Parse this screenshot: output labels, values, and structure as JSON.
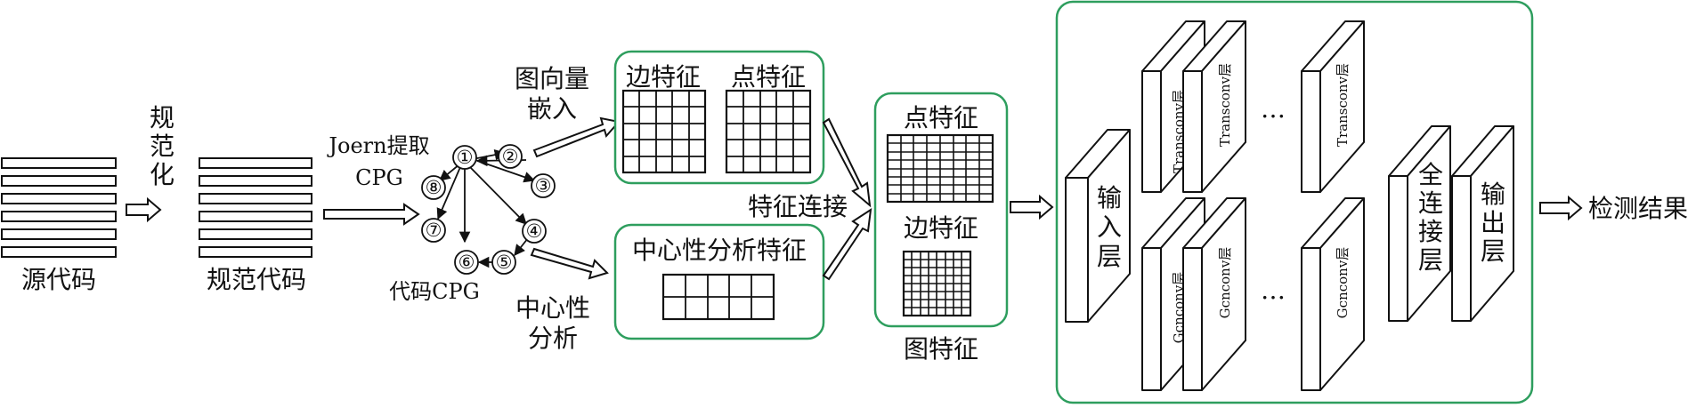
{
  "labels": {
    "source_code": "源代码",
    "normalize_1": "规",
    "normalize_2": "范",
    "normalize_3": "化",
    "normalized_code": "规范代码",
    "joern_1": "Joern提取",
    "joern_2": "CPG",
    "code_cpg": "代码CPG",
    "graph_embed_1": "图向量",
    "graph_embed_2": "嵌入",
    "edge_feature": "边特征",
    "node_feature": "点特征",
    "centrality_1": "中心性",
    "centrality_2": "分析",
    "centrality_feature": "中心性分析特征",
    "feature_concat": "特征连接",
    "graph_node_feature": "点特征",
    "graph_edge_feature": "边特征",
    "graph_feature": "图特征",
    "input_layer_1": "输",
    "input_layer_2": "入",
    "input_layer_3": "层",
    "transconv": "Transconv层",
    "gcnconv": "Gcnconv层",
    "ellipsis": "…",
    "fc_layer_1": "全",
    "fc_layer_2": "连",
    "fc_layer_3": "接",
    "fc_layer_4": "层",
    "output_layer_1": "输",
    "output_layer_2": "出",
    "output_layer_3": "层",
    "detection_result": "检测结果"
  },
  "cpg_nodes": [
    "①",
    "②",
    "③",
    "④",
    "⑤",
    "⑥",
    "⑦",
    "⑧"
  ],
  "colors": {
    "box_border": "#2e9e5e",
    "line": "#111111"
  }
}
